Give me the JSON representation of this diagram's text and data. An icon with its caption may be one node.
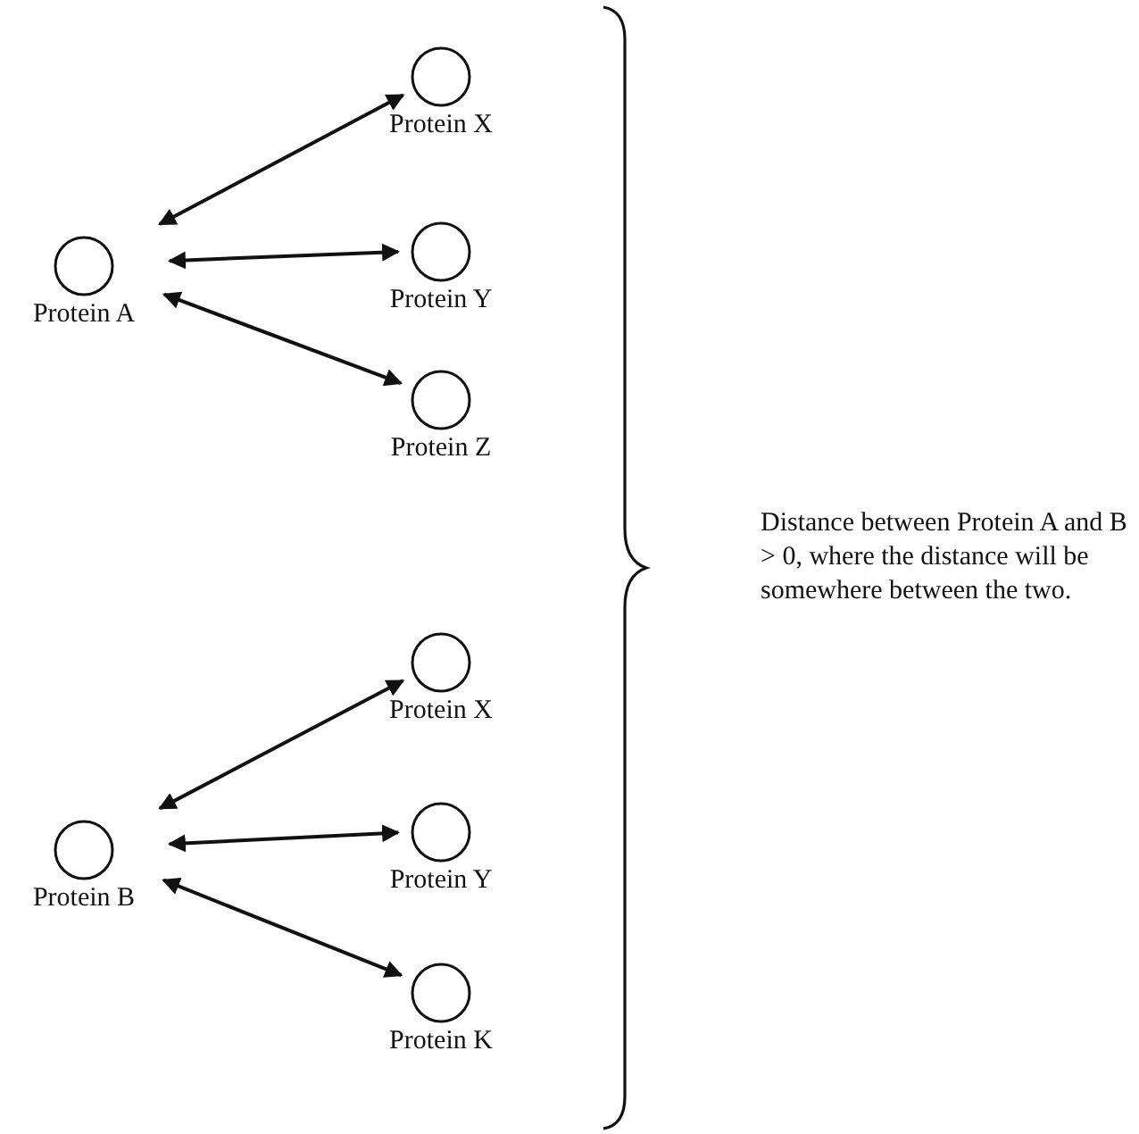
{
  "diagram": {
    "nodes": [
      {
        "text": [
          "Protein X"
        ]
      },
      {
        "text": [
          "Protein A"
        ]
      },
      {
        "text": [
          "Protein Y"
        ]
      },
      {
        "text": [
          "Protein Z"
        ]
      },
      {
        "text": [
          "Protein X"
        ]
      },
      {
        "text": [
          "Protein B"
        ]
      },
      {
        "text": [
          "Protein Y"
        ]
      },
      {
        "text": [
          "Protein K"
        ]
      }
    ],
    "edges": [
      {
        "from": 1,
        "to": 0,
        "arrow": "both"
      },
      {
        "from": 1,
        "to": 2,
        "arrow": "both"
      },
      {
        "from": 1,
        "to": 3,
        "arrow": "both"
      },
      {
        "from": 5,
        "to": 4,
        "arrow": "both"
      },
      {
        "from": 5,
        "to": 6,
        "arrow": "both"
      },
      {
        "from": 5,
        "to": 7,
        "arrow": "both"
      }
    ],
    "labels": [
      "Distance between Protein A and B > 0, where the distance will be somewhere between the two."
    ]
  }
}
